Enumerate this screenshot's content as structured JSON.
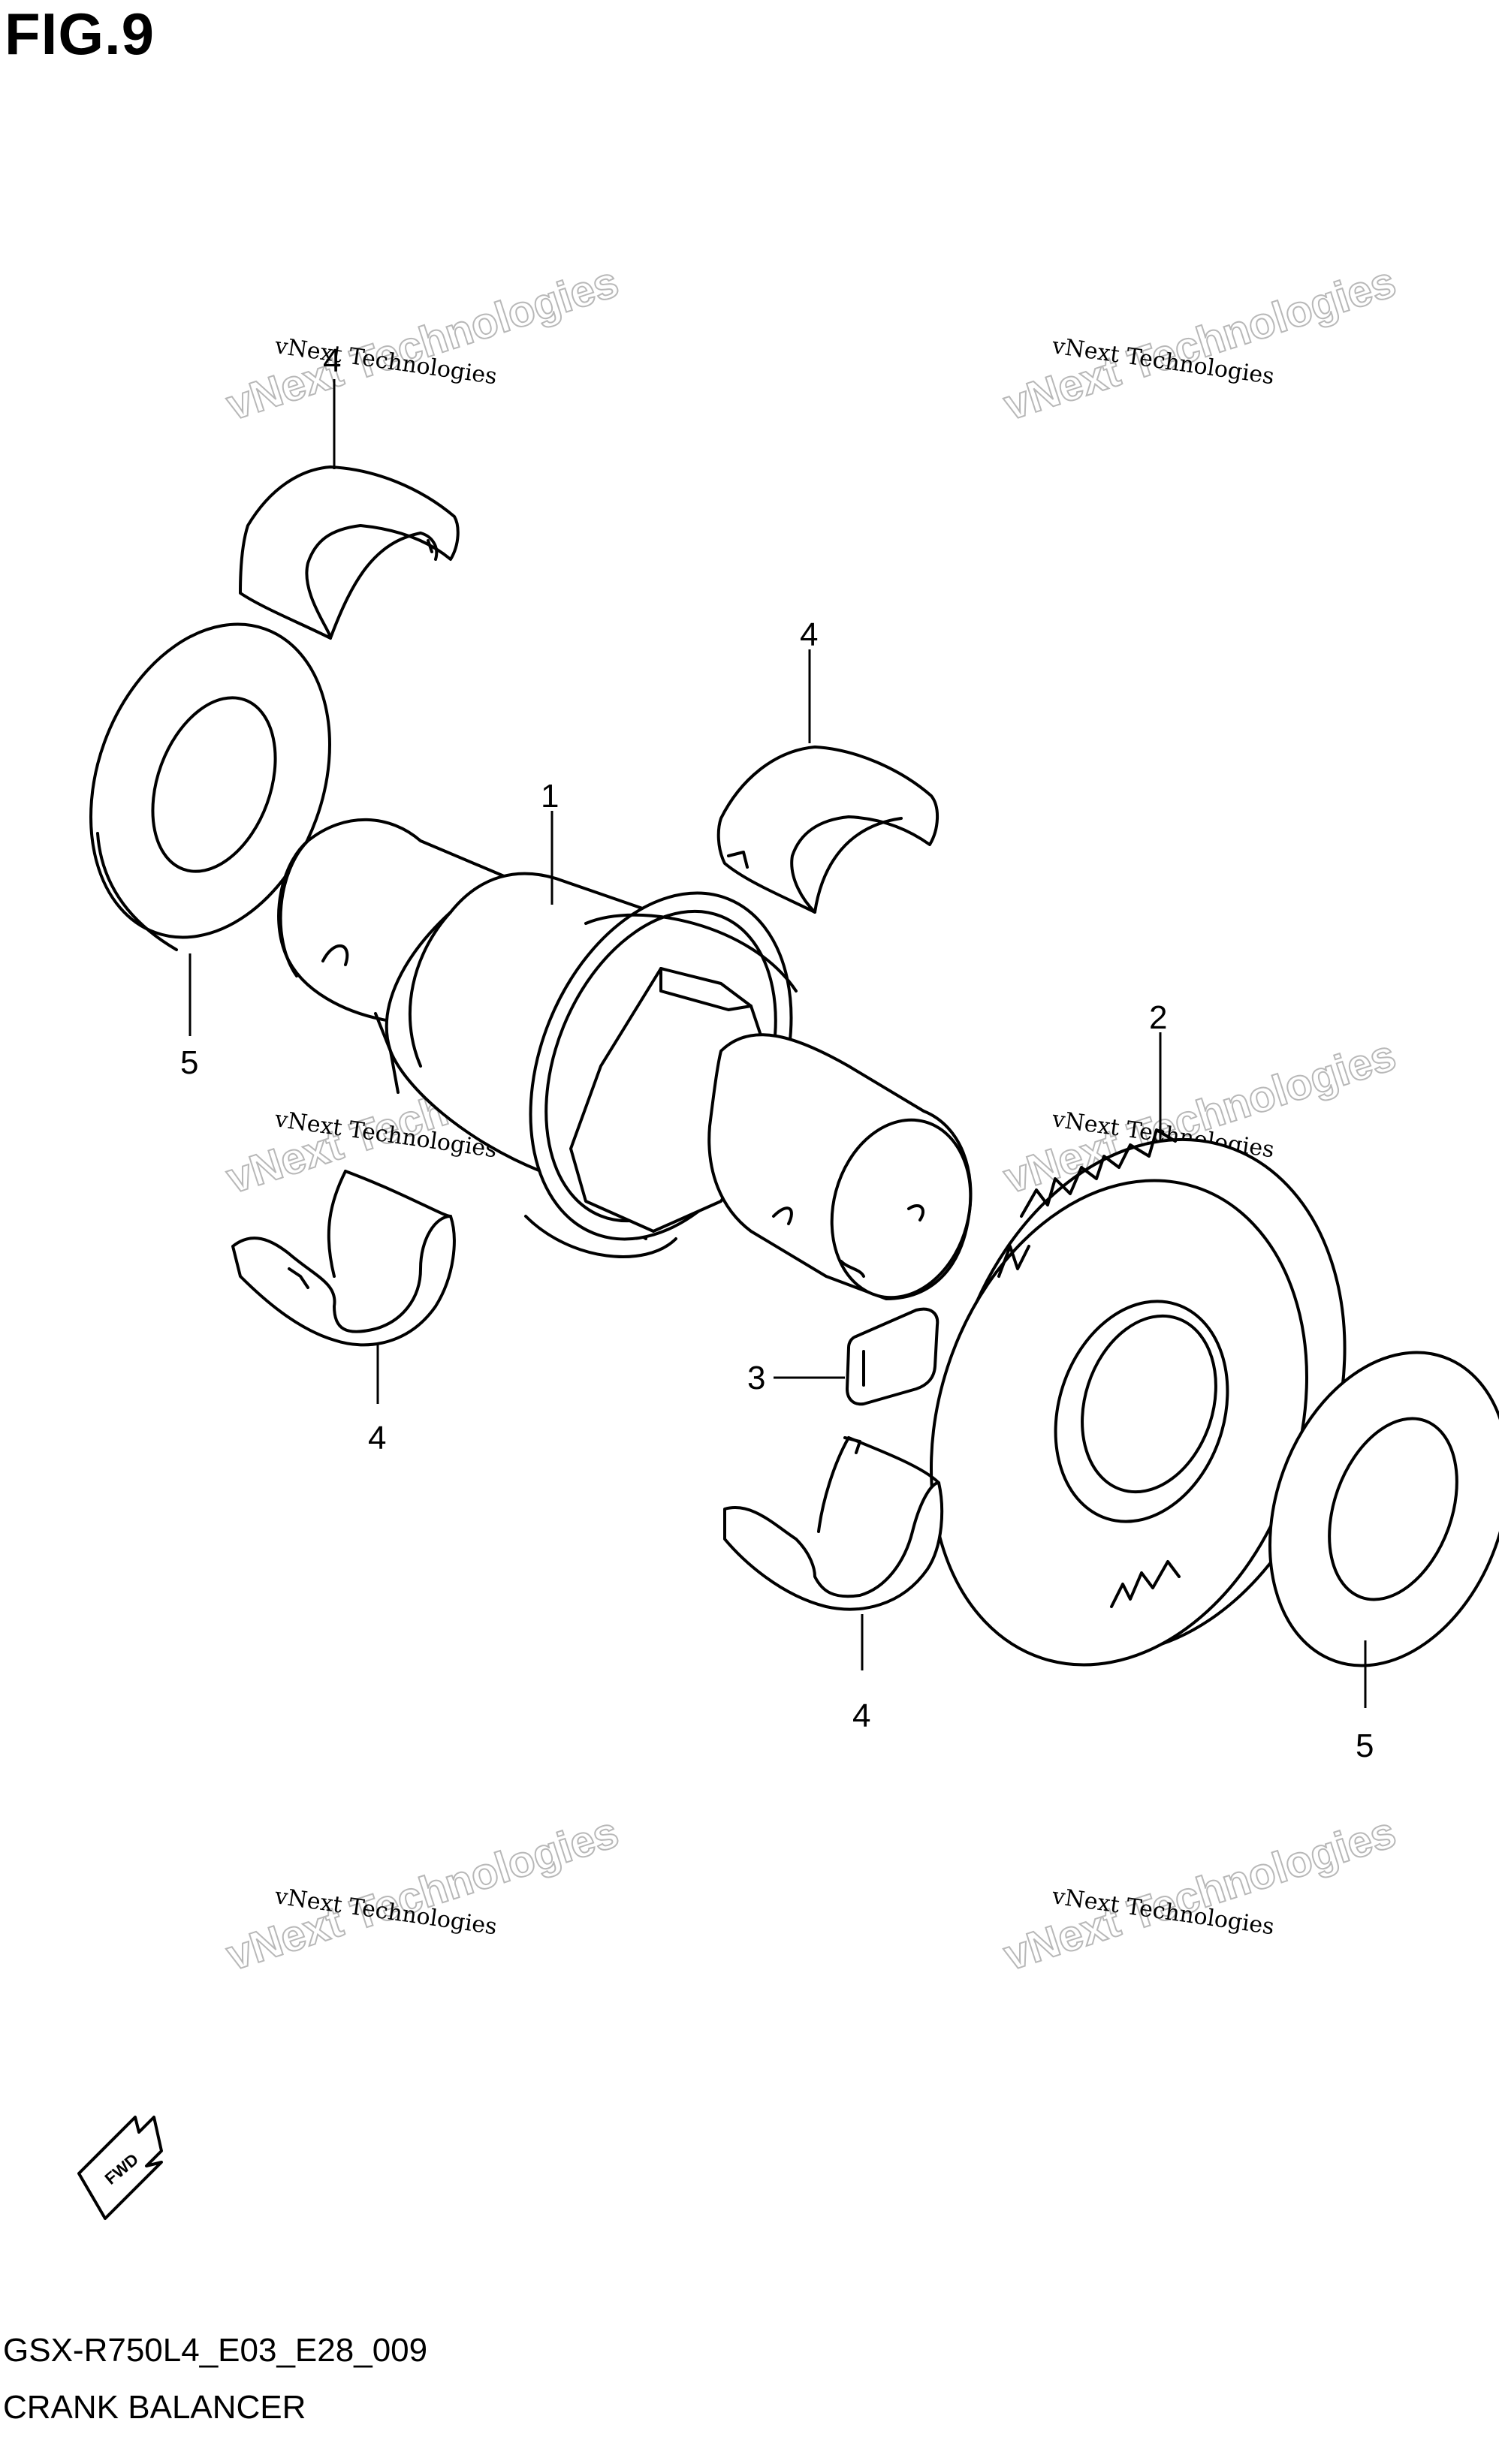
{
  "figure": {
    "title": "FIG.9"
  },
  "footer": {
    "model_code": "GSX-R750L4_E03_E28_009",
    "section_name": "CRANK BALANCER"
  },
  "callouts": {
    "shaft": "1",
    "gear": "2",
    "key": "3",
    "bearing_top_left": "4",
    "bearing_top_right": "4",
    "bearing_bottom_left": "4",
    "bearing_bottom_right": "4",
    "washer_left": "5",
    "washer_right": "5"
  },
  "watermark": {
    "line_small": "vNext Technologies",
    "line_big": "vNext Technologies"
  },
  "fwd_arrow": {
    "label": "FWD"
  }
}
